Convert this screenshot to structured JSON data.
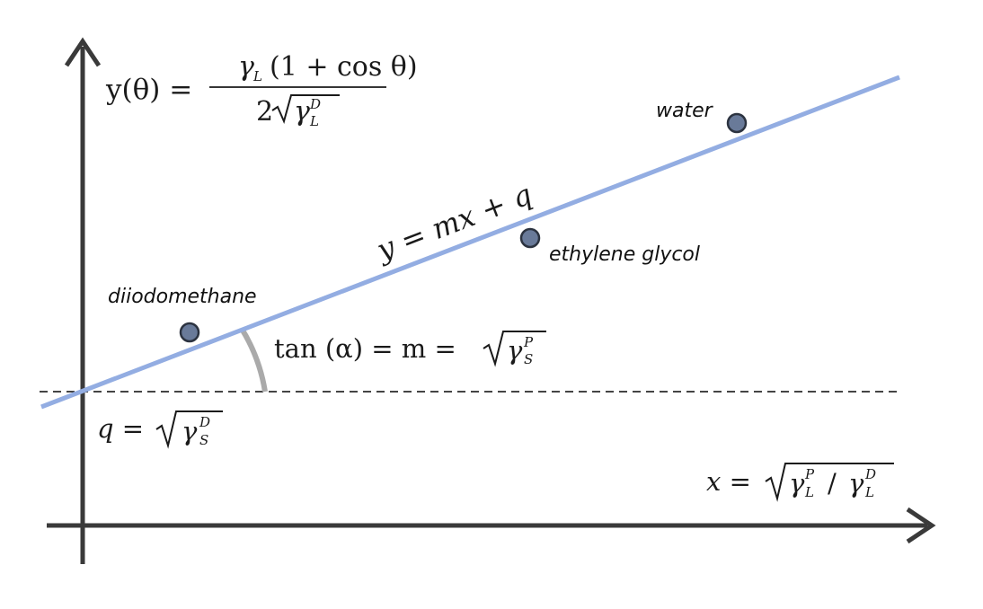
{
  "diagram": {
    "colors": {
      "axis": "#3a3a3a",
      "fit_line": "#93ade2",
      "baseline": "#444444",
      "angle_arc": "#aaaaaa",
      "point_fill": "#697a99",
      "point_stroke": "#2c3340"
    },
    "points": [
      {
        "label": "water"
      },
      {
        "label": "ethylene glycol"
      },
      {
        "label": "diiodomethane"
      }
    ],
    "equations": {
      "y_def": {
        "lhs": "y(θ) =",
        "num_gamma": "γ",
        "num_sub": "L",
        "num_rest": "(1 + cos θ)",
        "den_two": "2",
        "den_gamma": "γ",
        "den_sup": "D",
        "den_sub": "L"
      },
      "fit": "y = mx + q",
      "slope": {
        "lhs": "tan (α) = m =",
        "gamma": "γ",
        "sup": "P",
        "sub": "S"
      },
      "intercept": {
        "lhs": "q =",
        "gamma": "γ",
        "sup": "D",
        "sub": "S"
      },
      "x_def": {
        "lhs": "x =",
        "g1": "γ",
        "g1_sup": "P",
        "g1_sub": "L",
        "slash": "/",
        "g2": "γ",
        "g2_sup": "D",
        "g2_sub": "L"
      }
    }
  }
}
